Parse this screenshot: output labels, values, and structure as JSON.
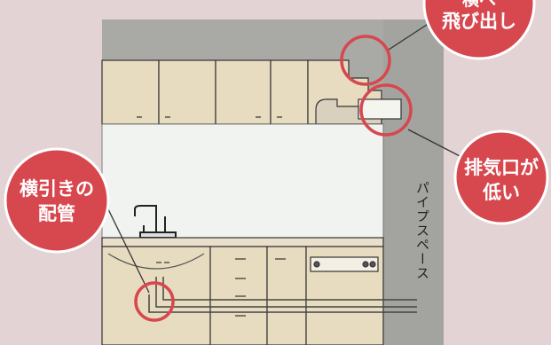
{
  "callouts": {
    "top_right": {
      "line1": "横へ",
      "line2": "飛び出し"
    },
    "exhaust": {
      "line1": "排気口が",
      "line2": "低い"
    },
    "piping": {
      "line1": "横引きの",
      "line2": "配管"
    }
  },
  "pipe_space_label": "パイプスペース",
  "colors": {
    "background": "#e3d3d4",
    "room_panel": "#a9aaa6",
    "cabinet": "#e8dcc0",
    "wall_backsplash": "#f1f3f0",
    "callout_red": "#d7474e",
    "line": "#333333"
  }
}
